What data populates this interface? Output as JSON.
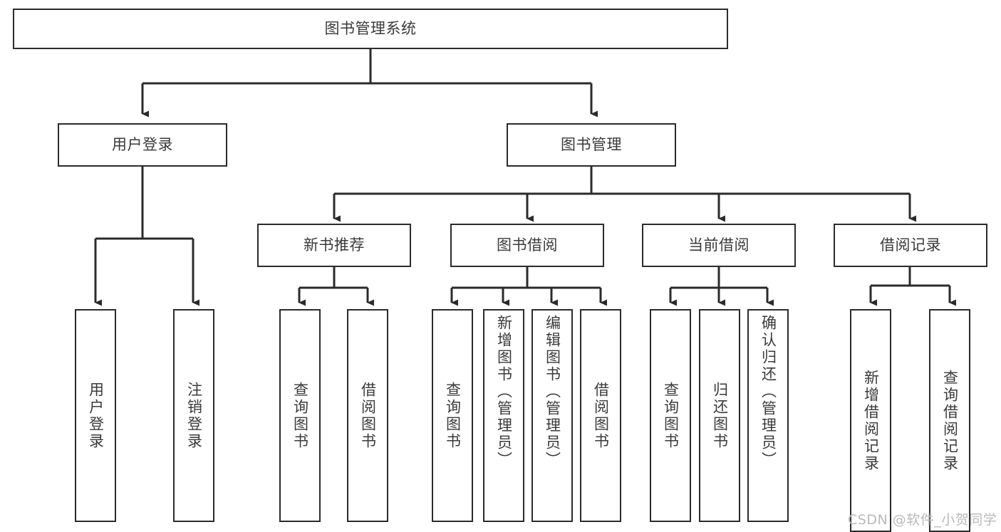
{
  "diagram": {
    "type": "tree-hierarchy-chart",
    "title": "图书管理系统",
    "style": {
      "box_border_color": "#2b2b2b",
      "box_fill_color": "#ffffff",
      "text_color": "#3a3a3a",
      "connector_color": "#2b2b2b",
      "background_color": "#ffffff",
      "watermark_color": "#b9b9b9"
    },
    "root": {
      "label": "图书管理系统"
    },
    "level2": [
      {
        "label": "用户登录"
      },
      {
        "label": "图书管理"
      }
    ],
    "level3": [
      {
        "label": "新书推荐"
      },
      {
        "label": "图书借阅"
      },
      {
        "label": "当前借阅"
      },
      {
        "label": "借阅记录"
      }
    ],
    "leaves": {
      "user_login": [
        {
          "label": "用户登录"
        },
        {
          "label": "注销登录"
        }
      ],
      "new_book_recommend": [
        {
          "label": "查询图书"
        },
        {
          "label": "借阅图书"
        }
      ],
      "book_borrow": [
        {
          "label": "查询图书"
        },
        {
          "label": "新增图书（管理员）"
        },
        {
          "label": "编辑图书（管理员）"
        },
        {
          "label": "借阅图书"
        }
      ],
      "current_borrow": [
        {
          "label": "查询图书"
        },
        {
          "label": "归还图书"
        },
        {
          "label": "确认归还（管理员）"
        }
      ],
      "borrow_record": [
        {
          "label": "新增借阅记录"
        },
        {
          "label": "查询借阅记录"
        }
      ]
    }
  },
  "watermark": {
    "text": "CSDN @软件_小贺同学"
  }
}
